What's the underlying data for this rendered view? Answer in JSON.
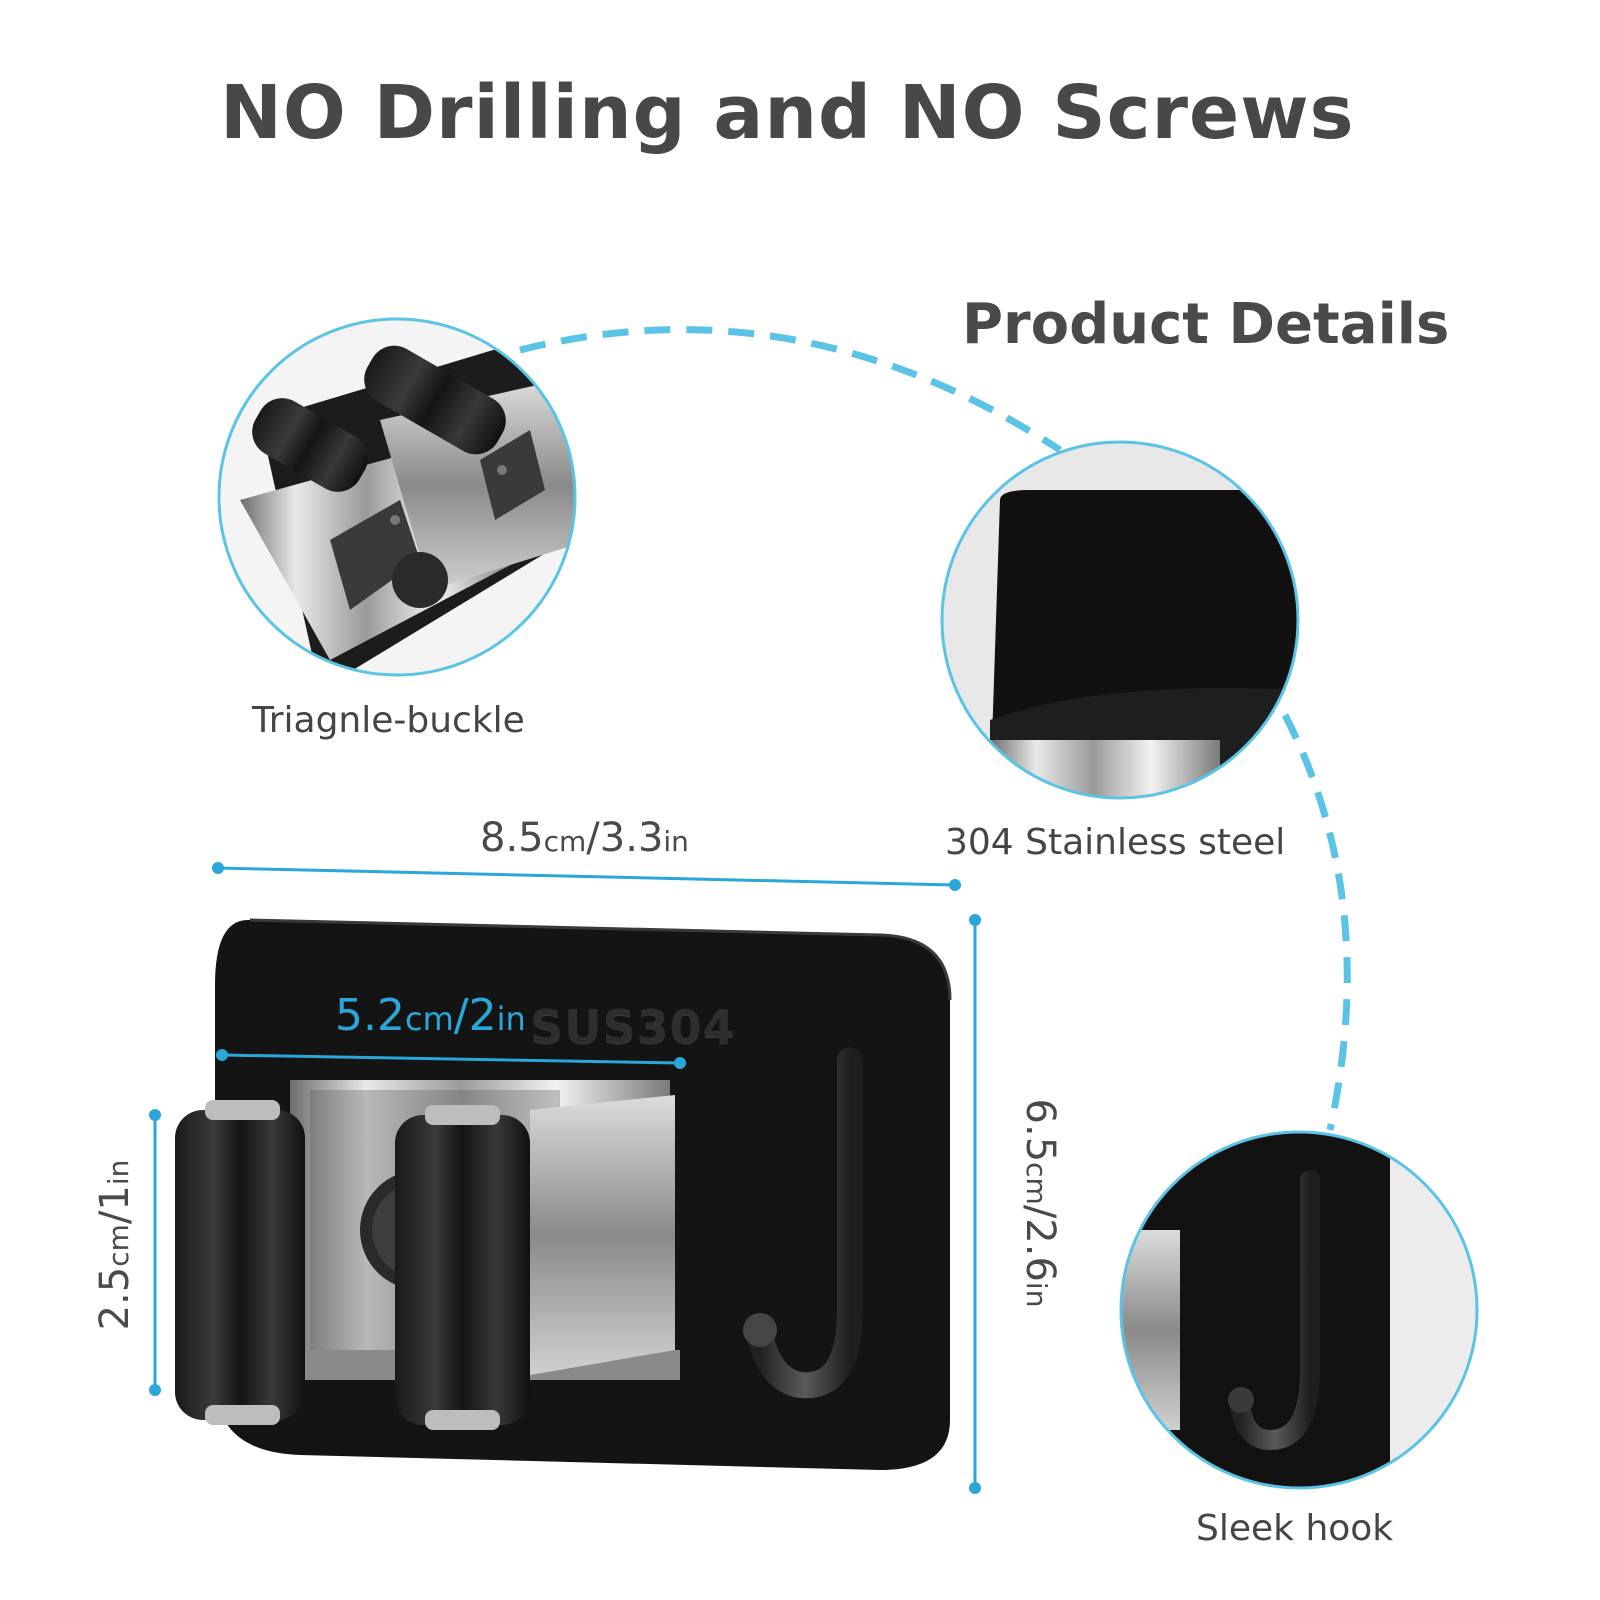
{
  "headline": "NO Drilling and NO Screws",
  "section_title": "Product Details",
  "callouts": [
    {
      "label": "Triagnle-buckle"
    },
    {
      "label": "304 Stainless steel"
    },
    {
      "label": "Sleek hook"
    }
  ],
  "dimensions": {
    "width": {
      "value": "8.5",
      "unit1": "cm",
      "sep": "/3.3",
      "unit2": "in"
    },
    "height": {
      "value": "6.5",
      "unit1": "cm",
      "sep": "/2.6",
      "unit2": "in"
    },
    "clamp_width": {
      "value": "5.2",
      "unit1": "cm",
      "sep": "/2",
      "unit2": "in"
    },
    "clamp_height": {
      "value": "2.5",
      "unit1": "cm",
      "sep": "/1",
      "unit2": "in"
    }
  },
  "product_marking": "SUS304",
  "colors": {
    "accent": "#2aa6d8",
    "dashed_line": "#5bc4e6",
    "plate": "#141414",
    "steel": "#b8b8b8"
  }
}
